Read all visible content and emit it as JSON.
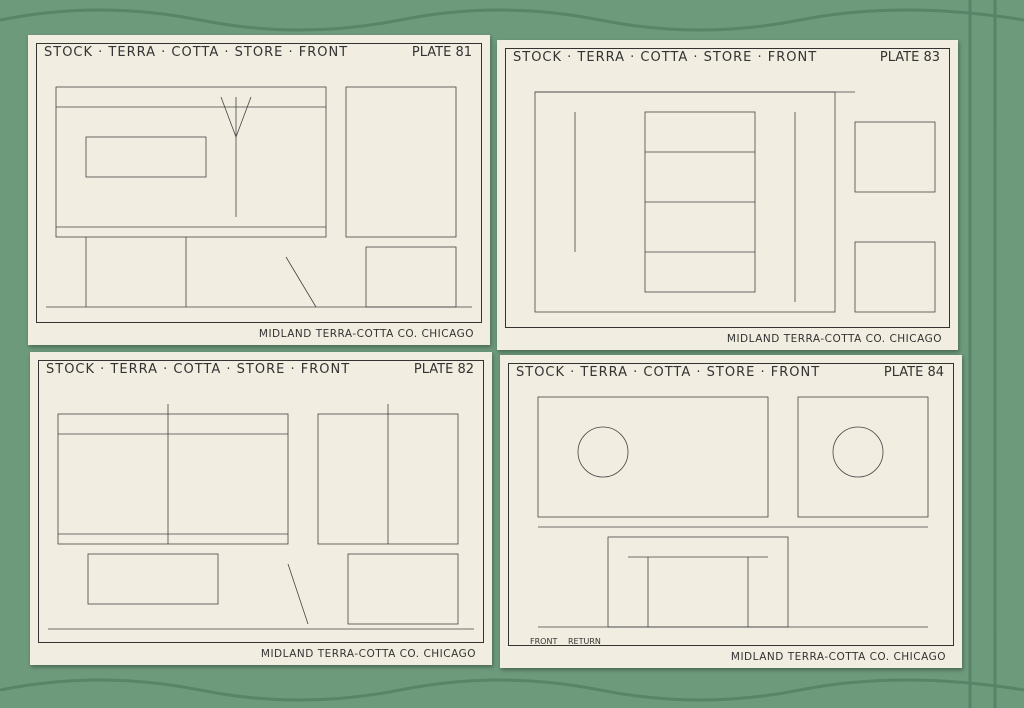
{
  "plates": [
    {
      "title": "STOCK · TERRA · COTTA · STORE · FRONT",
      "plate": "PLATE 81",
      "footer": "MIDLAND TERRA-COTTA CO. CHICAGO"
    },
    {
      "title": "STOCK · TERRA · COTTA · STORE · FRONT",
      "plate": "PLATE 83",
      "footer": "MIDLAND TERRA-COTTA CO. CHICAGO"
    },
    {
      "title": "STOCK · TERRA · COTTA · STORE · FRONT",
      "plate": "PLATE 82",
      "footer": "MIDLAND TERRA-COTTA CO. CHICAGO"
    },
    {
      "title": "STOCK · TERRA · COTTA · STORE · FRONT",
      "plate": "PLATE 84",
      "footer": "MIDLAND TERRA-COTTA CO. CHICAGO",
      "labels": [
        "FRONT",
        "RETURN"
      ]
    }
  ],
  "colors": {
    "background": "#6e9a7c",
    "paper": "#f1ede0",
    "ink": "#333333"
  }
}
